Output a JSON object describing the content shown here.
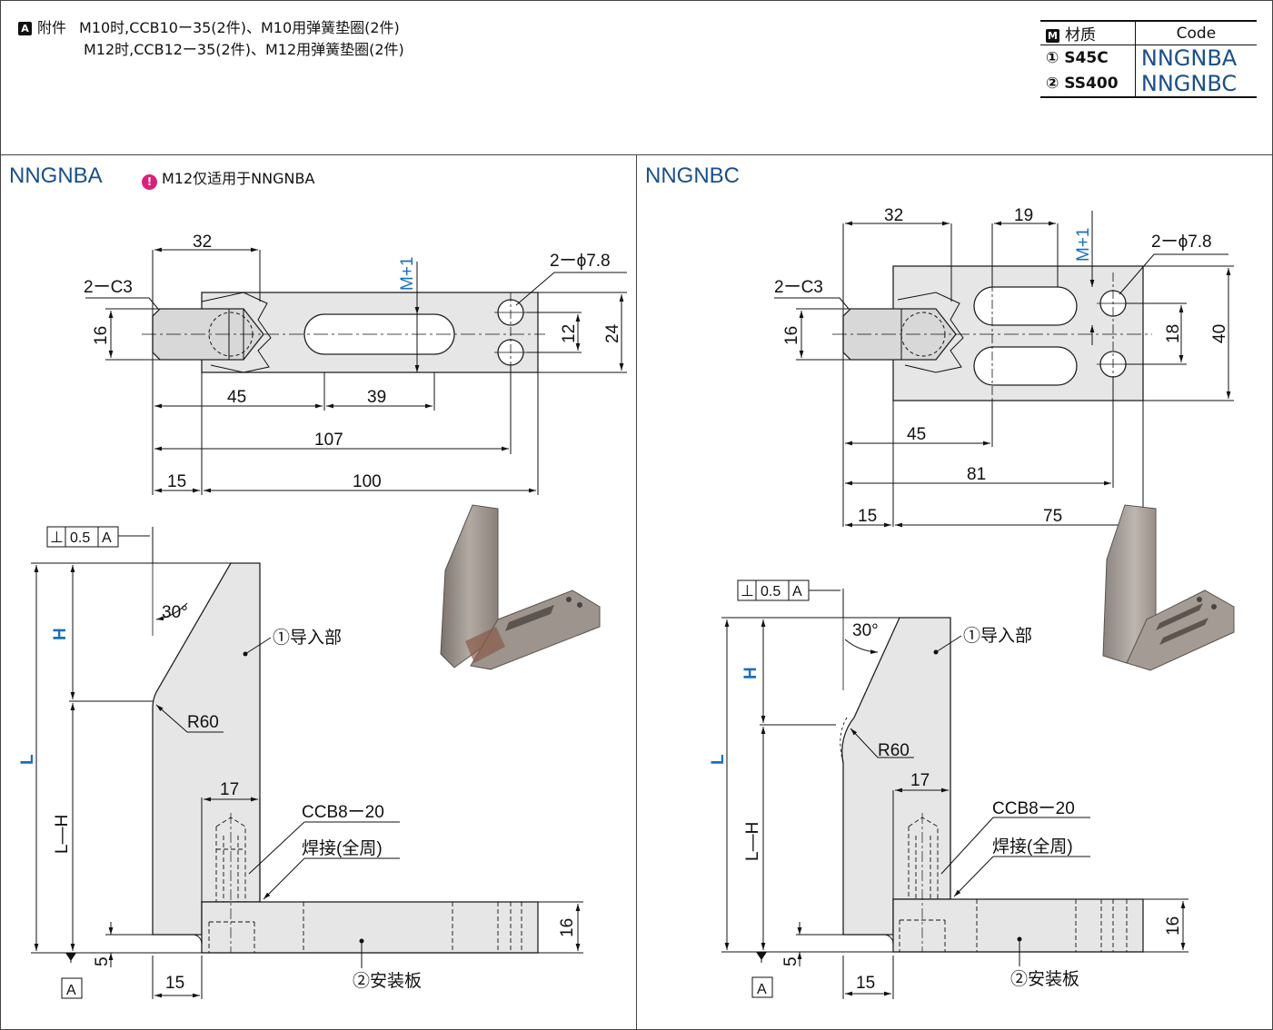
{
  "accessory": {
    "tag": "A",
    "label": "附件",
    "line1": "M10时,CCB10ー35(2件)、M10用弹簧垫圈(2件)",
    "line2": "M12时,CCB12ー35(2件)、M12用弹簧垫圈(2件)"
  },
  "material_table": {
    "tag": "M",
    "header_material": "材质",
    "header_code": "Code",
    "rows": [
      {
        "material": "① S45C",
        "code": "NNGNBA"
      },
      {
        "material": "② SS400",
        "code": "NNGNBC"
      }
    ]
  },
  "left": {
    "title": "NNGNBA",
    "warning_icon": "exclamation-icon",
    "warning": "M12仅适用于NNGNBA",
    "top_dims": {
      "d32": "32",
      "c3": "2ーC3",
      "hole": "2ーϕ7.8",
      "m1": "M+1",
      "d16": "16",
      "d12": "12",
      "d24": "24",
      "d45": "45",
      "d39": "39",
      "d107": "107",
      "d15": "15",
      "d100": "100"
    },
    "side": {
      "flatness": "⊥",
      "tol": "0.5",
      "datum": "A",
      "H": "H",
      "L": "L",
      "LH": "L—H",
      "angle": "30°",
      "r60": "R60",
      "part1": "①导入部",
      "d17": "17",
      "ccb": "CCB8ー20",
      "weld": "焊接(全周)",
      "d16": "16",
      "d5": "5",
      "datumA": "A",
      "d15": "15",
      "part2": "②安装板"
    }
  },
  "right": {
    "title": "NNGNBC",
    "top_dims": {
      "d32": "32",
      "d19": "19",
      "m1": "M+1",
      "c3": "2ーC3",
      "hole": "2ーϕ7.8",
      "d16": "16",
      "d18": "18",
      "d40": "40",
      "d45": "45",
      "d81": "81",
      "d15": "15",
      "d75": "75"
    },
    "side": {
      "flatness": "⊥",
      "tol": "0.5",
      "datum": "A",
      "H": "H",
      "L": "L",
      "LH": "L—H",
      "angle": "30°",
      "r60": "R60",
      "part1": "①导入部",
      "d17": "17",
      "ccb": "CCB8ー20",
      "weld": "焊接(全周)",
      "d16": "16",
      "d5": "5",
      "datumA": "A",
      "d15": "15",
      "part2": "②安装板"
    }
  }
}
